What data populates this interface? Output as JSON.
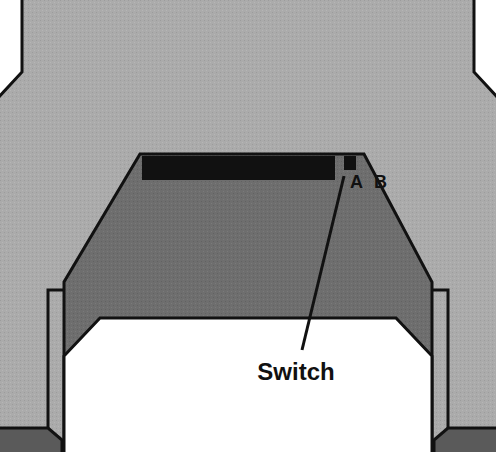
{
  "diagram": {
    "labels": [
      "A",
      "B",
      "Switch"
    ]
  }
}
